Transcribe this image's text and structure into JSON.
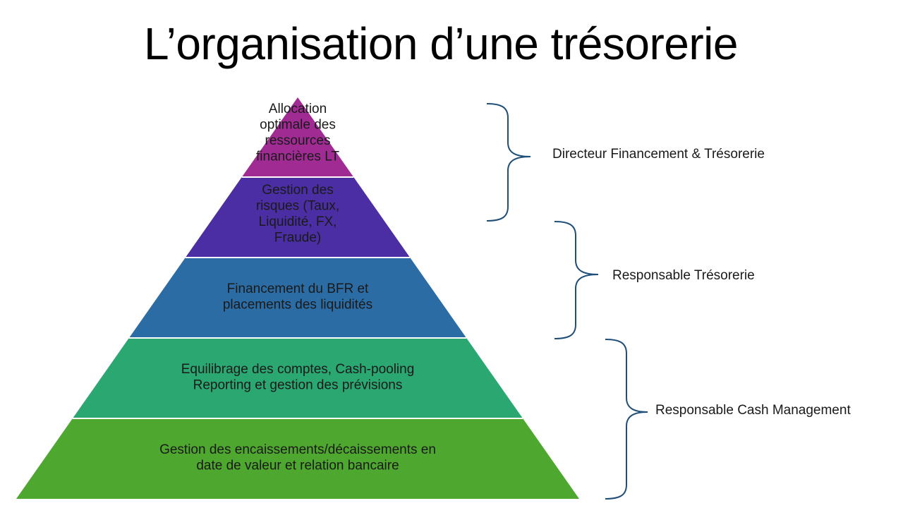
{
  "title": "L’organisation d’une trésorerie",
  "pyramid": {
    "tiers": [
      {
        "lines": [
          "Allocation",
          "optimale des",
          "ressources",
          "financières LT"
        ],
        "color": "#A02B93"
      },
      {
        "lines": [
          "Gestion des",
          "risques (Taux,",
          "Liquidité, FX,",
          "Fraude)"
        ],
        "color": "#4B2EA3"
      },
      {
        "lines": [
          "Financement  du BFR et",
          "placements des liquidités"
        ],
        "color": "#2C6CA4"
      },
      {
        "lines": [
          "Equilibrage des comptes, Cash-pooling",
          "Reporting et gestion des prévisions"
        ],
        "color": "#2BA772"
      },
      {
        "lines": [
          "Gestion des encaissements/décaissements en",
          "date de valeur et relation bancaire"
        ],
        "color": "#4EA72E"
      }
    ]
  },
  "roles": [
    {
      "label": "Directeur Financement & Trésorerie"
    },
    {
      "label": "Responsable Trésorerie"
    },
    {
      "label": "Responsable Cash Management"
    }
  ],
  "colors": {
    "brace": "#1F4E79",
    "separator": "#ffffff"
  }
}
